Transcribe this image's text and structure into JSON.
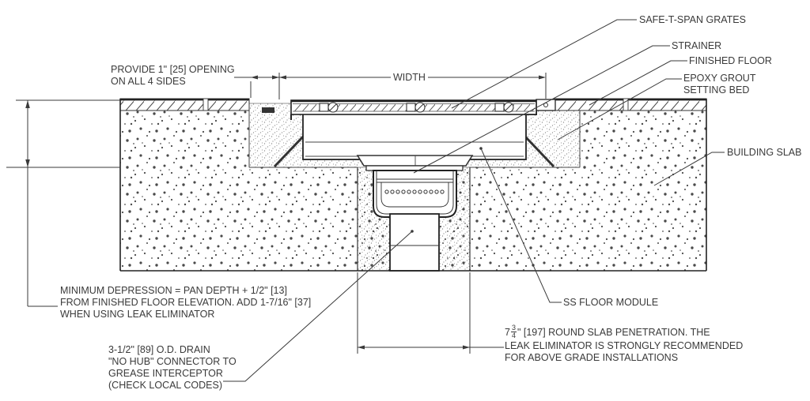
{
  "labels": {
    "safe_t_span": "SAFE-T-SPAN GRATES",
    "strainer": "STRAINER",
    "finished_floor": "FINISHED FLOOR",
    "epoxy_grout_1": "EPOXY GROUT",
    "epoxy_grout_2": "SETTING BED",
    "building_slab": "BUILDING SLAB",
    "ss_floor_module": "SS FLOOR MODULE",
    "width_dim": "WIDTH"
  },
  "notes": {
    "opening": {
      "line1": "PROVIDE 1\" [25] OPENING",
      "line2": "ON ALL 4 SIDES"
    },
    "depression": {
      "line1": "MINIMUM DEPRESSION = PAN DEPTH + 1/2\" [13]",
      "line2": "FROM FINISHED FLOOR ELEVATION. ADD 1-7/16\" [37]",
      "line3": "WHEN USING LEAK ELIMINATOR"
    },
    "drain_connector": {
      "line1": "3-1/2\" [89] O.D. DRAIN",
      "line2": "\"NO HUB\" CONNECTOR TO",
      "line3": "GREASE INTERCEPTOR",
      "line4": "(CHECK LOCAL CODES)"
    },
    "slab_penetration": {
      "whole": "7",
      "frac_num": "3",
      "frac_den": "4",
      "line1_rest": "\" [197] ROUND SLAB PENETRATION. THE",
      "line2": "LEAK ELIMINATOR IS STRONGLY RECOMMENDED",
      "line3": "FOR ABOVE GRADE INSTALLATIONS"
    }
  },
  "colors": {
    "line": "#333333",
    "text": "#3a3a3a",
    "background": "#ffffff"
  }
}
